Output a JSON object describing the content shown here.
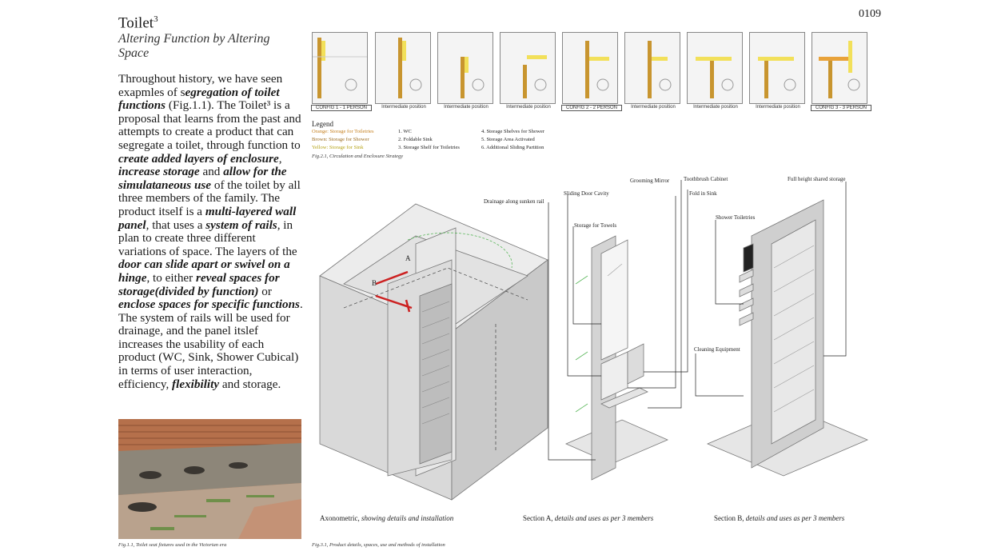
{
  "page_number": "0109",
  "title": "Toilet",
  "title_sup": "3",
  "subtitle": "Altering Function by Altering Space",
  "body": {
    "p1": "Throughout history, we have seen exapmles of s",
    "b1": "egregation of toilet functions",
    "p2": " (Fig.1.1). The Toilet³ is a proposal that learns from the past and attempts to create a product that can segregate a toilet, through function to ",
    "b2": "create added layers of enclosure",
    "p3": ", ",
    "b3": "increase storage",
    "p4": " and ",
    "b4": "allow for the simulataneous use",
    "p5": " of the toilet by all three members of the family. The product itself is a ",
    "b5": "multi-layered wall panel",
    "p6": ", that uses a ",
    "b6": "system of rails",
    "p7": ", in plan to create three different variations of space. The layers of the ",
    "b7": "door can slide apart or swivel on a hinge",
    "p8": ", to either ",
    "b8": "reveal spaces for storage(divided by function)",
    "p9": " or ",
    "b9": "enclose spaces for specific functions",
    "p10": ". The system of rails will be used for drainage, and the panel itslef increases the usability of each product (WC, Sink, Shower Cubical) in terms of  user interaction, efficiency, ",
    "b10": "flexibility",
    "p11": " and storage."
  },
  "photo_caption": "Fig.1.1, Toilet seat fixtures used in the Victorian era",
  "configs": [
    "CONFIG 1 - 1 PERSON",
    "Intermediate position",
    "Intermediate position",
    "Intermediate position",
    "CONFIG 2 - 2 PERSON",
    "Intermediate position",
    "Intermediate position",
    "Intermediate position",
    "CONFIG 3 - 3 PERSON"
  ],
  "legend": {
    "title": "Legend",
    "col1": [
      "Orange: Storage for Toiletries",
      "Brown: Storage for Shower",
      "Yellow: Storage for Sink"
    ],
    "col2": [
      "1. WC",
      "2. Foldable Sink",
      "3. Storage Shelf for Toiletries"
    ],
    "col3": [
      "4. Storage Shelves for Shower",
      "5. Storage Area Activated",
      "6. Additional Sliding Partition"
    ]
  },
  "fig21_caption": "Fig.2.1, Circulation and Enclosure Strategy",
  "labels": {
    "drainage": "Drainage along sunken rail",
    "sliding_door": "Sliding Door Cavity",
    "towels": "Storage for Towels",
    "mirror": "Grooming Mirror",
    "toothbrush": "Toothbrush Cabinet",
    "fold_sink": "Fold in Sink",
    "full_height": "Full height shared storage",
    "shower_toiletries": "Shower Toiletries",
    "cleaning": "Cleaning Equipment",
    "a": "A",
    "b": "B"
  },
  "sections": {
    "axo": "Axonometric, ",
    "axo_i": "showing details and installation",
    "a": "Section A, ",
    "a_i": "details and uses as per 3 members",
    "b": "Section B, ",
    "b_i": "details and uses as per 3 members"
  },
  "fig31_caption": "Fig.3.1, Product details, spaces, use and methods of installation",
  "colors": {
    "orange": "#e8a23a",
    "brown": "#c8952f",
    "yellow": "#f2e05a",
    "red": "#cc2222",
    "green": "#5cb85c"
  }
}
